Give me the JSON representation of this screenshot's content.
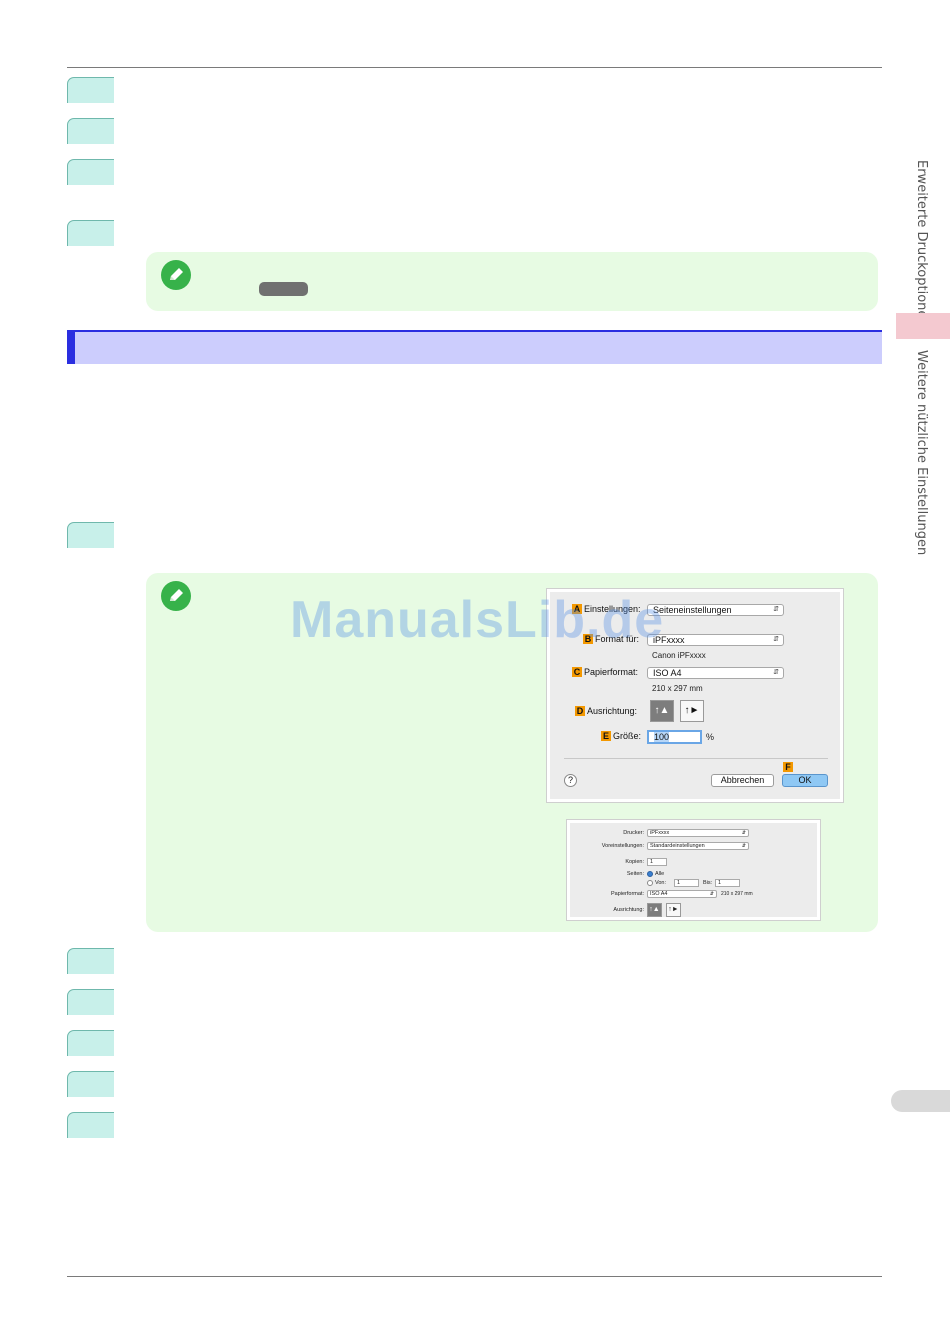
{
  "sidebar": {
    "section_1": "Erweiterte Druckoptionen",
    "section_2": "Weitere nützliche Einstellungen"
  },
  "watermark": "ManualsLib.de",
  "dialog": {
    "rows": {
      "settings": {
        "badge": "A",
        "label": "Einstellungen:",
        "value": "Seiteneinstellungen"
      },
      "format_for": {
        "badge": "B",
        "label": "Format für:",
        "value": "iPFxxxx",
        "sub": "Canon iPFxxxx"
      },
      "paper": {
        "badge": "C",
        "label": "Papierformat:",
        "value": "ISO A4",
        "sub": "210 x 297 mm"
      },
      "orientation": {
        "badge": "D",
        "label": "Ausrichtung:"
      },
      "size": {
        "badge": "E",
        "label": "Größe:",
        "value": "100",
        "unit": "%"
      }
    },
    "help": "?",
    "cancel_label": "Abbrechen",
    "ok_badge": "F",
    "ok_label": "OK"
  },
  "dialog2": {
    "printer_label": "Drucker:",
    "printer_value": "iPFxxxx",
    "presets_label": "Voreinstellungen:",
    "presets_value": "Standardeinstellungen",
    "copies_label": "Kopien:",
    "copies_value": "1",
    "pages_label": "Seiten:",
    "pages_all": "Alle",
    "pages_from": "Von:",
    "from_value": "1",
    "pages_to": "Bis:",
    "to_value": "1",
    "paper_label": "Papierformat:",
    "paper_value": "ISO A4",
    "paper_size": "210 x 297 mm",
    "orientation_label": "Ausrichtung:"
  },
  "colors": {
    "step_fill": "#c8f0ea",
    "note_fill": "#e7fbe3",
    "section_bar": "#cccdfd",
    "section_accent": "#2a2ee0",
    "badge": "#f39800"
  }
}
